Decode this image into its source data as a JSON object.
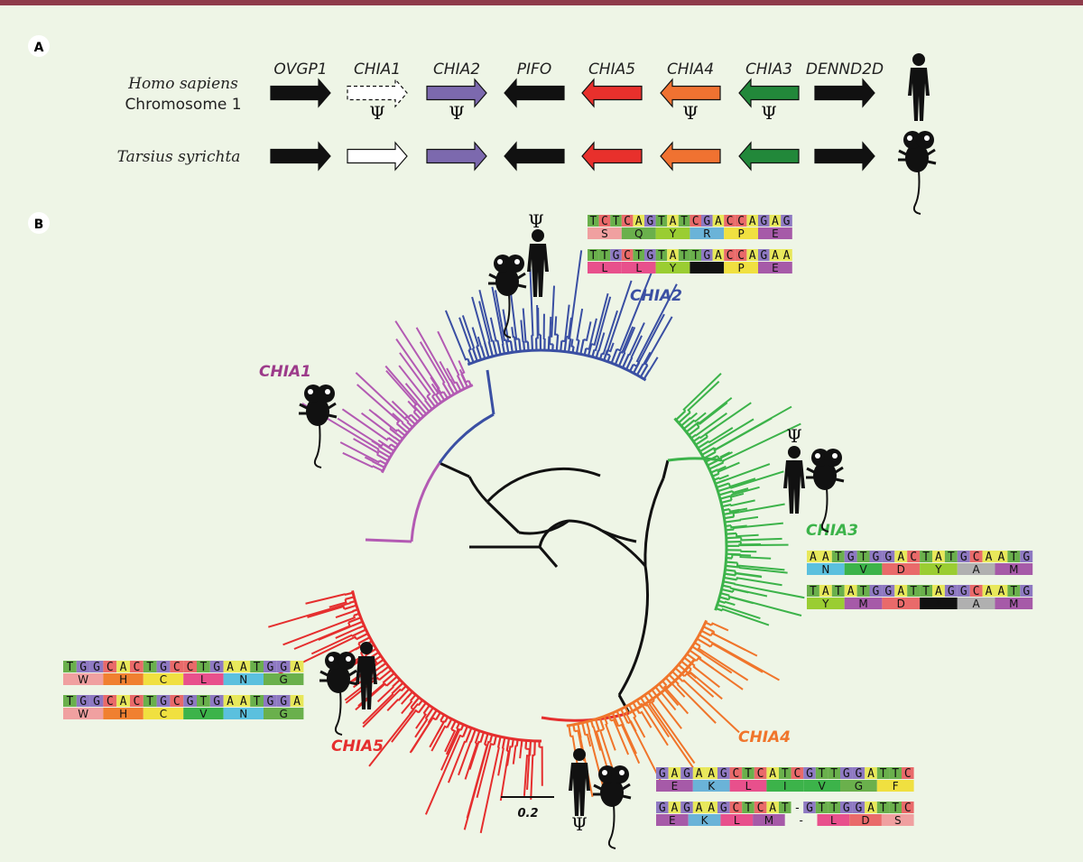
{
  "panel_a": {
    "label": "A",
    "species_1_line1": "Homo sapiens",
    "species_1_line2": "Chromosome 1",
    "species_2": "Tarsius syrichta",
    "psi": "Ψ",
    "genes": [
      {
        "name": "OVGP1",
        "dir": "right",
        "color": "#111111",
        "homo_style": "solid",
        "tarsius_color": "#111111",
        "homo_pseudo": false
      },
      {
        "name": "CHIA1",
        "dir": "right",
        "color": "#ffffff",
        "homo_style": "dashed",
        "tarsius_color": "#ffffff",
        "homo_pseudo": true
      },
      {
        "name": "CHIA2",
        "dir": "right",
        "color": "#7c69ae",
        "homo_style": "solid",
        "tarsius_color": "#7c69ae",
        "homo_pseudo": true
      },
      {
        "name": "PIFO",
        "dir": "left",
        "color": "#111111",
        "homo_style": "solid",
        "tarsius_color": "#111111",
        "homo_pseudo": false
      },
      {
        "name": "CHIA5",
        "dir": "left",
        "color": "#e8302c",
        "homo_style": "solid",
        "tarsius_color": "#e8302c",
        "homo_pseudo": false
      },
      {
        "name": "CHIA4",
        "dir": "left",
        "color": "#f07231",
        "homo_style": "solid",
        "tarsius_color": "#f07231",
        "homo_pseudo": true
      },
      {
        "name": "CHIA3",
        "dir": "left",
        "color": "#22883a",
        "homo_style": "solid",
        "tarsius_color": "#22883a",
        "homo_pseudo": true
      },
      {
        "name": "DENND2D",
        "dir": "right",
        "color": "#111111",
        "homo_style": "solid",
        "tarsius_color": "#111111",
        "homo_pseudo": false
      }
    ]
  },
  "panel_b": {
    "label": "B",
    "psi": "Ψ",
    "scale_bar": "0.2",
    "clades": [
      {
        "name": "CHIA2",
        "color": "#3a4fa3"
      },
      {
        "name": "CHIA1",
        "color": "#b35ab3"
      },
      {
        "name": "CHIA3",
        "color": "#3cb34a"
      },
      {
        "name": "CHIA4",
        "color": "#f0752b"
      },
      {
        "name": "CHIA5",
        "color": "#e52e2e"
      }
    ],
    "alignments": [
      {
        "name": "chia2",
        "nt": [
          "TCTCAGTATCGACCAGAG",
          "TTGCTGTATTGACCAGAA"
        ],
        "aa": [
          [
            "S",
            "Q",
            "Y",
            "R",
            "P",
            "E"
          ],
          [
            "L",
            "L",
            "Y",
            "*",
            "P",
            "E"
          ]
        ]
      },
      {
        "name": "chia3",
        "nt": [
          "AATGTGGACTATGCAATG",
          "TATATGGATTAGGCAATG"
        ],
        "aa": [
          [
            "N",
            "V",
            "D",
            "Y",
            "A",
            "M"
          ],
          [
            "Y",
            "M",
            "D",
            "*",
            "A",
            "M"
          ]
        ]
      },
      {
        "name": "chia5",
        "nt": [
          "TGGCACTGCCTGAATGGA",
          "TGGCACTGCGTGAATGGA"
        ],
        "aa": [
          [
            "W",
            "H",
            "C",
            "L",
            "N",
            "G"
          ],
          [
            "W",
            "H",
            "C",
            "V",
            "N",
            "G"
          ]
        ]
      },
      {
        "name": "chia4",
        "nt": [
          "GAGAAGCTCATCGTTGGATTC",
          "GAGAAGCTCAT-GTTGGATTC"
        ],
        "aa": [
          [
            "E",
            "K",
            "L",
            "I",
            "V",
            "G",
            "F"
          ],
          [
            "E",
            "K",
            "L",
            "M",
            "-",
            "L",
            "D",
            "S"
          ]
        ]
      }
    ],
    "colors": {
      "nt": {
        "A": "#e8e85a",
        "T": "#6ab04c",
        "G": "#8e79c2",
        "C": "#e96a6a",
        "-": "#eef5e6"
      },
      "aa": {
        "S": "#f0a0a0",
        "Q": "#6ab04c",
        "Y": "#9acd32",
        "R": "#6ab3d8",
        "P": "#f0e040",
        "E": "#a65aa8",
        "L": "#e8508c",
        "*": "#111111",
        "N": "#5bc0de",
        "V": "#3cb34a",
        "D": "#e96a6a",
        "A": "#b0b0b0",
        "M": "#a65aa8",
        "W": "#f0a0a0",
        "H": "#f08030",
        "C": "#f0e040",
        "G": "#6ab04c",
        "K": "#6ab3d8",
        "I": "#3cb34a",
        "F": "#f0e040",
        "-": "#eef5e6"
      }
    }
  }
}
